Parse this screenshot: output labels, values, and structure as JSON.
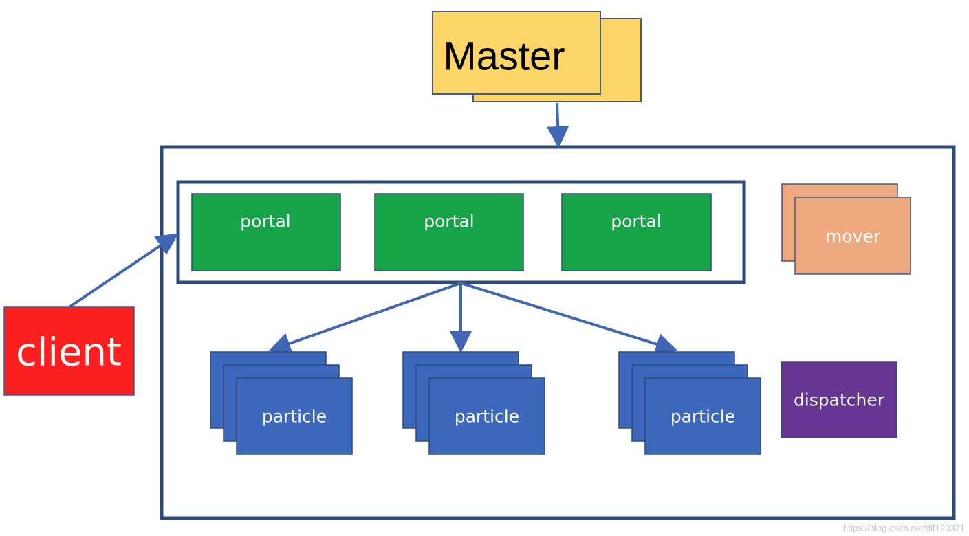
{
  "nodes": {
    "master": "Master",
    "client": "client",
    "portals": [
      "portal",
      "portal",
      "portal"
    ],
    "mover": "mover",
    "particles": [
      "particle",
      "particle",
      "particle"
    ],
    "dispatcher": "dispatcher"
  },
  "watermark": "https://blog.csdn.net/dlf123321",
  "colors": {
    "master_fill": "#FCD569",
    "master_stroke": "#3E5C8F",
    "client_fill": "#FB1F1F",
    "portal_fill": "#17A348",
    "mover_fill": "#EEA97E",
    "particle_fill": "#3E68BC",
    "dispatcher_fill": "#673592",
    "frame_stroke": "#2E4A78",
    "arrow": "#4066B4"
  }
}
